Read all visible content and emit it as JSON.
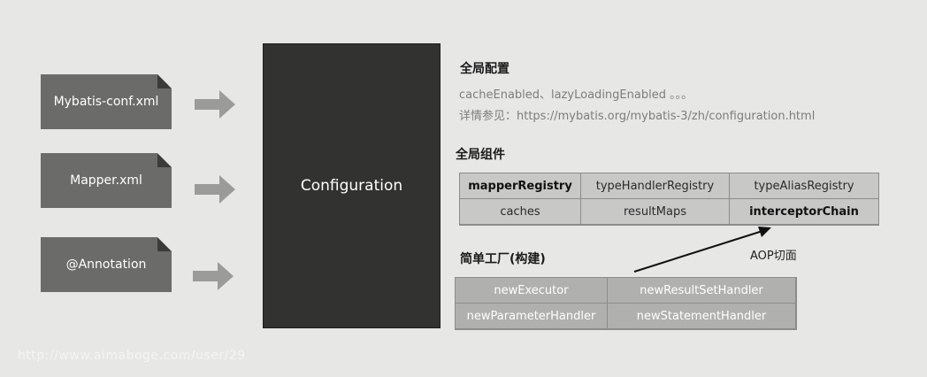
{
  "inputs": [
    "Mybatis-conf.xml",
    "Mapper.xml",
    "@Annotation"
  ],
  "configuration": "Configuration",
  "global_config": {
    "title": "全局配置",
    "line1": "cacheEnabled、lazyLoadingEnabled 。。。",
    "line2": "详情参见：https://mybatis.org/mybatis-3/zh/configuration.html"
  },
  "global_components": {
    "title": "全局组件",
    "cells": [
      "mapperRegistry",
      "typeHandlerRegistry",
      "typeAliasRegistry",
      "caches",
      "resultMaps",
      "interceptorChain"
    ]
  },
  "factory": {
    "title": "简单工厂(构建)",
    "cells": [
      "newExecutor",
      "newResultSetHandler",
      "newParameterHandler",
      "newStatementHandler"
    ]
  },
  "aop_label": "AOP切面",
  "watermark": "http://www.aimaboge.com/user/29"
}
